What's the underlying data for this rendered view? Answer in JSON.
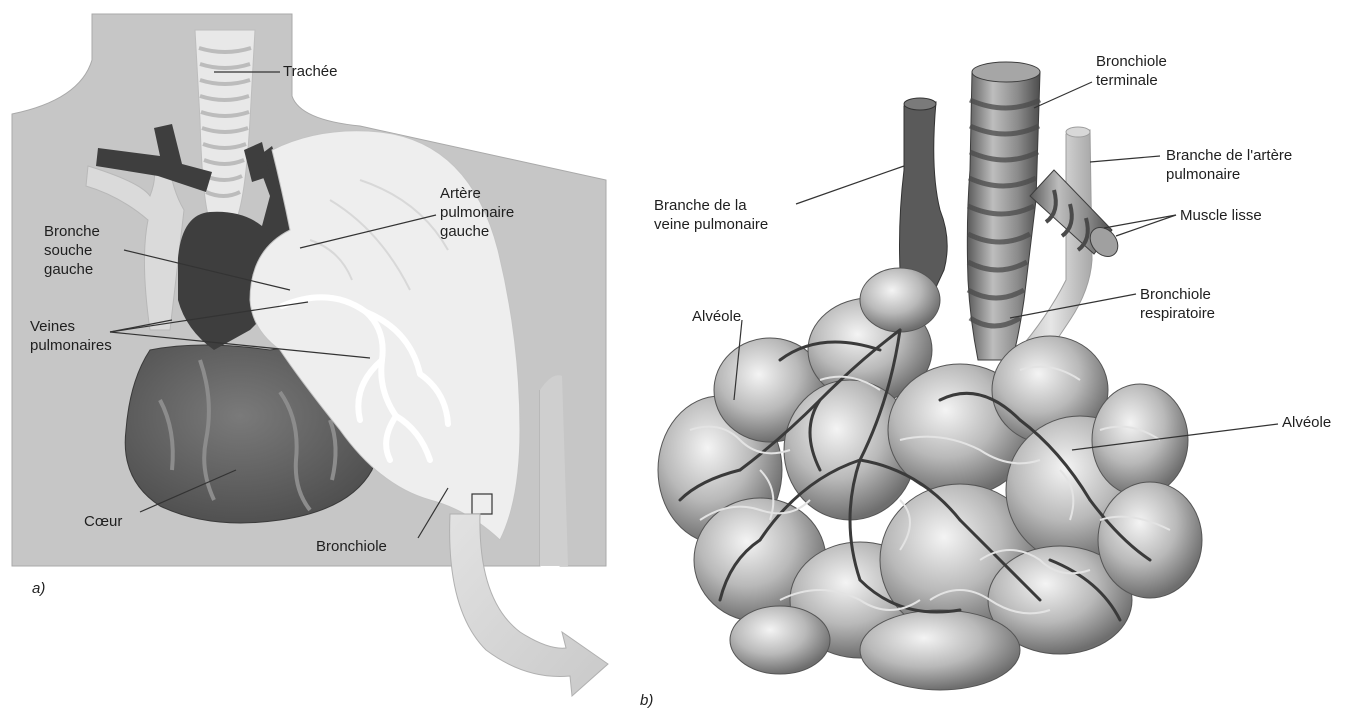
{
  "panel_a": {
    "tag": "a)",
    "labels": {
      "trachee": "Trachée",
      "artere_line1": "Artère",
      "artere_line2": "pulmonaire",
      "artere_line3": "gauche",
      "bronche_line1": "Bronche",
      "bronche_line2": "souche",
      "bronche_line3": "gauche",
      "veines_line1": "Veines",
      "veines_line2": "pulmonaires",
      "coeur": "Cœur",
      "bronchiole": "Bronchiole"
    }
  },
  "panel_b": {
    "tag": "b)",
    "labels": {
      "bronchiole_terminale_line1": "Bronchiole",
      "bronchiole_terminale_line2": "terminale",
      "branche_artere_line1": "Branche de l'artère",
      "branche_artere_line2": "pulmonaire",
      "branche_veine_line1": "Branche de la",
      "branche_veine_line2": "veine pulmonaire",
      "muscle_lisse": "Muscle lisse",
      "bronchiole_resp_line1": "Bronchiole",
      "bronchiole_resp_line2": "respiratoire",
      "alveole_left": "Alvéole",
      "alveole_right": "Alvéole"
    }
  },
  "colors": {
    "torso": "#c8c8c8",
    "lung": "#ededed",
    "heart": "#5e5e5e",
    "vessel_dark": "#3d3d3d",
    "leader": "#333333"
  }
}
